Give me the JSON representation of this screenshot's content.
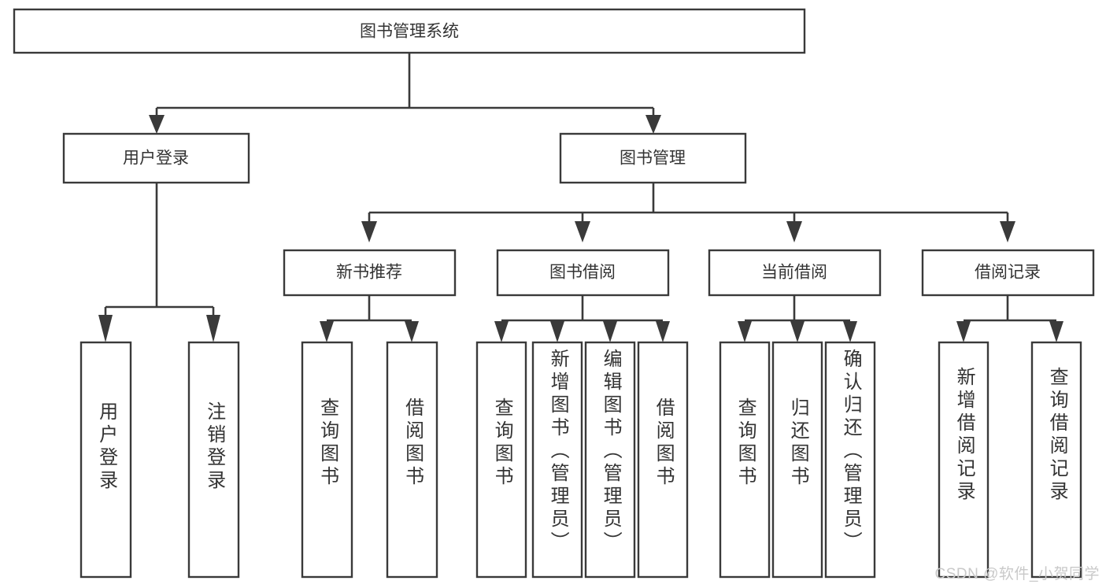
{
  "diagram": {
    "type": "tree",
    "title": "图书管理系统",
    "orientation": "top-down",
    "colors": {
      "box_stroke": "#3a3a3a",
      "box_fill": "#ffffff",
      "text": "#333333",
      "connector": "#3a3a3a",
      "watermark": "#c9c9c9",
      "background": "#ffffff"
    },
    "root": {
      "label": "图书管理系统"
    },
    "level2": [
      {
        "id": "user-login",
        "label": "用户登录"
      },
      {
        "id": "book-manage",
        "label": "图书管理"
      }
    ],
    "level3": [
      {
        "id": "new-book-recommend",
        "label": "新书推荐",
        "parent": "book-manage"
      },
      {
        "id": "book-borrow",
        "label": "图书借阅",
        "parent": "book-manage"
      },
      {
        "id": "current-borrow",
        "label": "当前借阅",
        "parent": "book-manage"
      },
      {
        "id": "borrow-record",
        "label": "借阅记录",
        "parent": "book-manage"
      }
    ],
    "leaves": {
      "user-login": [
        {
          "id": "leaf-user-login",
          "label": "用户登录"
        },
        {
          "id": "leaf-user-logout",
          "label": "注销登录"
        }
      ],
      "new-book-recommend": [
        {
          "id": "leaf-query-book-1",
          "label": "查询图书"
        },
        {
          "id": "leaf-borrow-book-1",
          "label": "借阅图书"
        }
      ],
      "book-borrow": [
        {
          "id": "leaf-query-book-2",
          "label": "查询图书"
        },
        {
          "id": "leaf-add-book",
          "label": "新增图书（管理员）"
        },
        {
          "id": "leaf-edit-book",
          "label": "编辑图书（管理员）"
        },
        {
          "id": "leaf-borrow-book-2",
          "label": "借阅图书"
        }
      ],
      "current-borrow": [
        {
          "id": "leaf-query-book-3",
          "label": "查询图书"
        },
        {
          "id": "leaf-return-book",
          "label": "归还图书"
        },
        {
          "id": "leaf-confirm-return",
          "label": "确认归还（管理员）"
        }
      ],
      "borrow-record": [
        {
          "id": "leaf-add-record",
          "label": "新增借阅记录"
        },
        {
          "id": "leaf-query-record",
          "label": "查询借阅记录"
        }
      ]
    }
  },
  "watermark": {
    "text": "CSDN @软件_小贺同学"
  }
}
